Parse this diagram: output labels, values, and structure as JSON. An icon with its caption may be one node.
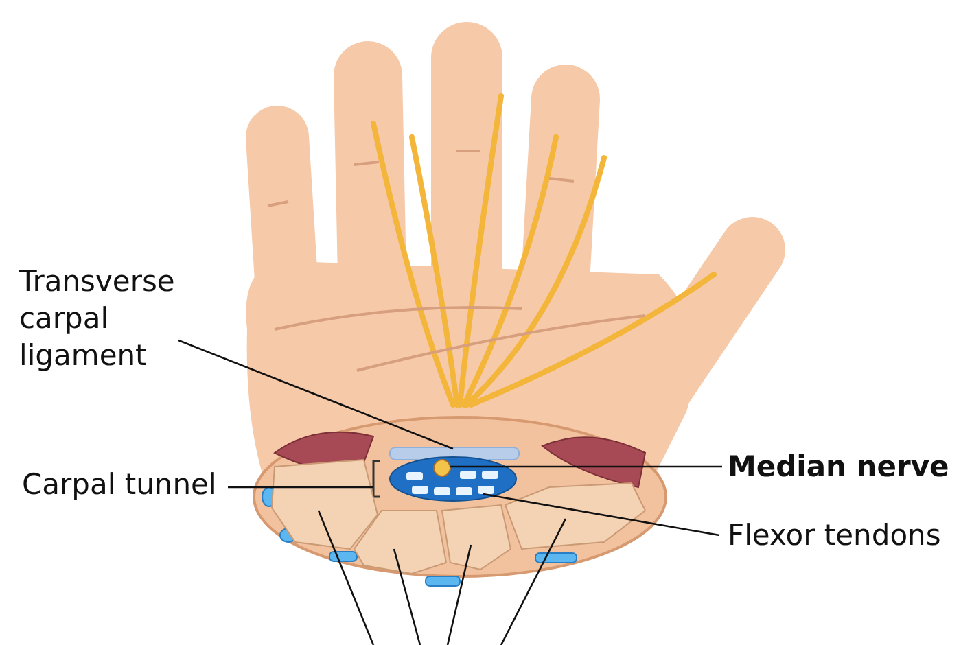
{
  "diagram": {
    "nodes": [
      {
        "text": [
          "Transverse carpal ligament"
        ]
      },
      {
        "text": [],
        "shape": "bar"
      },
      {
        "text": [
          "Carpal tunnel"
        ]
      },
      {
        "text": [],
        "shape": "picture"
      },
      {
        "text": [
          "Median nerve"
        ]
      },
      {
        "text": [],
        "shape": "picture",
        "in": 3
      },
      {
        "text": [
          "Flexor tendons"
        ]
      },
      {
        "text": [],
        "shape": "picture",
        "in": 3
      },
      {
        "text": [],
        "shape": "picture"
      },
      {
        "text": [],
        "shape": "picture"
      },
      {
        "text": [],
        "shape": "picture"
      },
      {
        "text": [],
        "shape": "picture"
      }
    ],
    "edges": [
      {
        "from": 0,
        "to": 1,
        "arrow": "none"
      },
      {
        "from": 2,
        "to": 3,
        "arrow": "none"
      },
      {
        "from": 4,
        "to": 5,
        "arrow": "none"
      },
      {
        "from": 6,
        "to": 7,
        "arrow": "none"
      },
      {
        "from": null,
        "to": 8,
        "arrow": "none"
      },
      {
        "from": null,
        "to": 9,
        "arrow": "none"
      },
      {
        "from": null,
        "to": 10,
        "arrow": "none"
      },
      {
        "from": null,
        "to": 11,
        "arrow": "none"
      }
    ]
  }
}
